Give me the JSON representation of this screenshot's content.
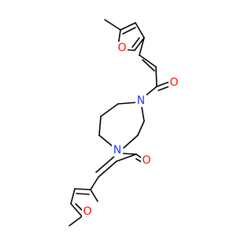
{
  "molecule": {
    "atom_colors": {
      "O": "#ff0d0d",
      "N": "#1f3bff"
    },
    "labels": {
      "o_furan_top": "O",
      "o_carbonyl_top": "O",
      "n_top": "N",
      "n_bottom": "N",
      "o_carbonyl_bottom": "O",
      "o_furan_bottom": "O"
    }
  }
}
